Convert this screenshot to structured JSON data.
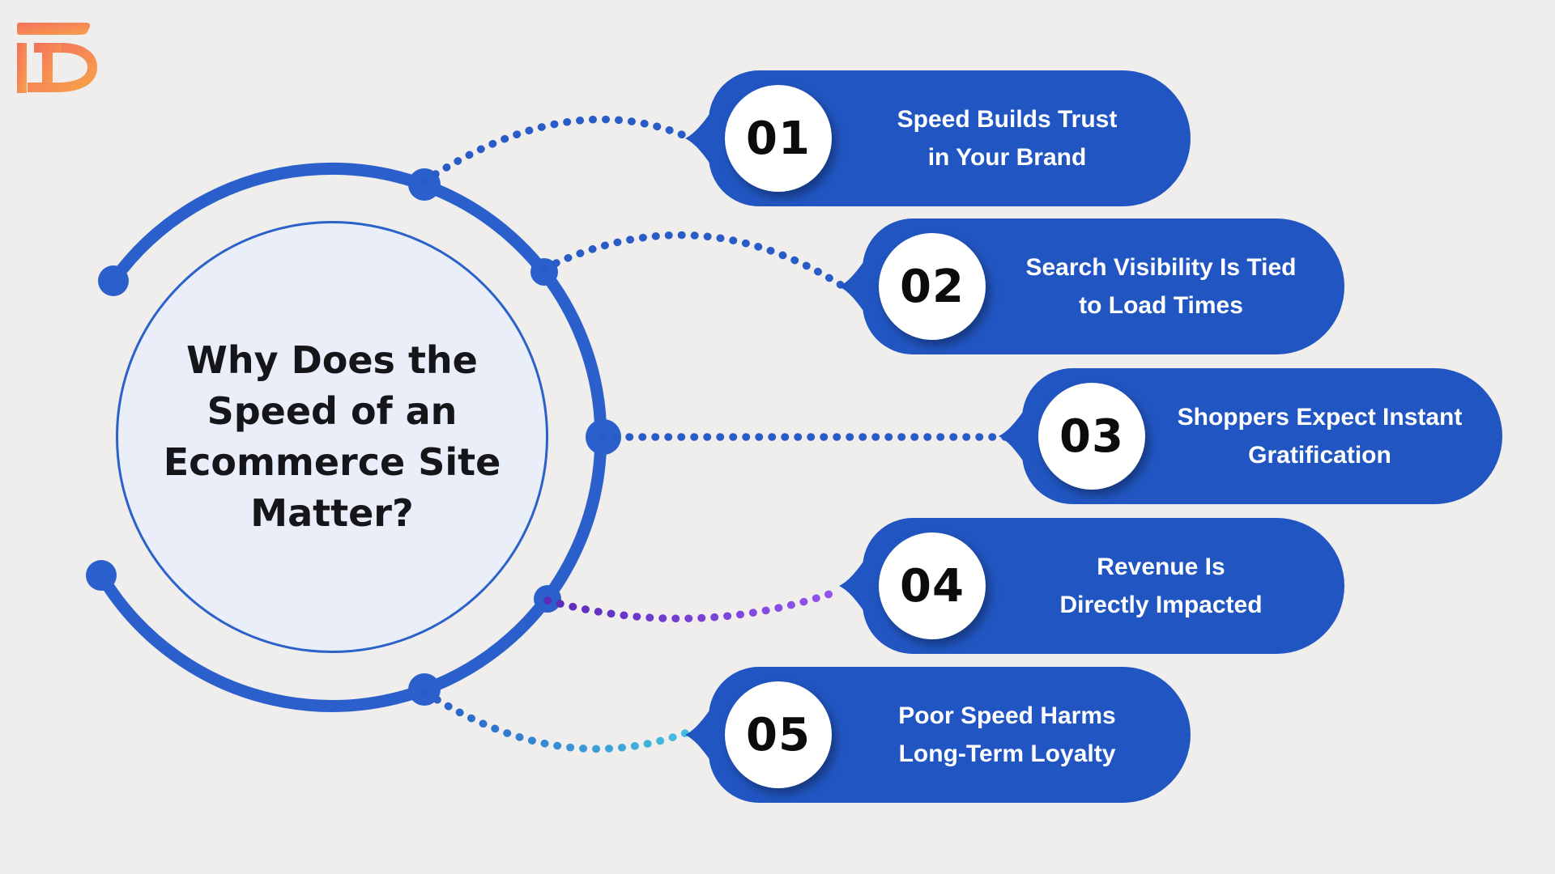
{
  "center": {
    "title_lines": [
      "Why Does the",
      "Speed of an",
      "Ecommerce Site",
      "Matter?"
    ]
  },
  "items": [
    {
      "number": "01",
      "lines": [
        "Speed Builds Trust",
        "in Your Brand"
      ]
    },
    {
      "number": "02",
      "lines": [
        "Search Visibility Is Tied",
        "to Load Times"
      ]
    },
    {
      "number": "03",
      "lines": [
        "Shoppers Expect Instant",
        "Gratification"
      ]
    },
    {
      "number": "04",
      "lines": [
        "Revenue Is",
        "Directly Impacted"
      ]
    },
    {
      "number": "05",
      "lines": [
        "Poor Speed Harms",
        "Long-Term Loyalty"
      ]
    }
  ],
  "colors": {
    "bg": "#efeeec",
    "pill_blue": "#2156c2",
    "ring_blue": "#2b60cc",
    "dot_blue": "#2a5cc8",
    "inner_fill": "#e9eef8",
    "inner_border": "#2b62c9",
    "title_color": "#15151a",
    "number_color": "#0c0c0f",
    "pill_text": "#ffffff",
    "purple_start": "#5b2ab8",
    "purple_end": "#9455f0",
    "teal_start": "#2a5cc8",
    "teal_end": "#44c0dd",
    "logo_start": "#f4705d",
    "logo_end": "#f7a14b"
  }
}
